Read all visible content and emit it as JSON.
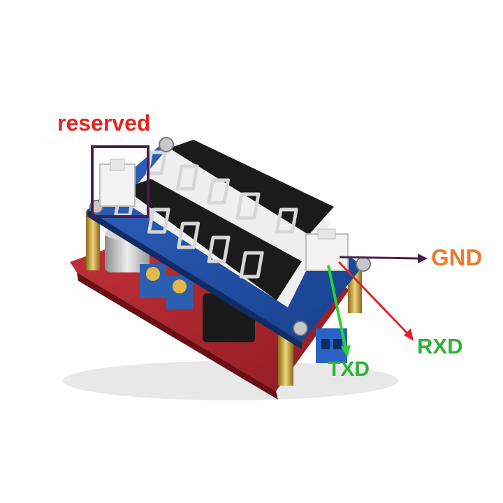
{
  "labels": {
    "reserved": "reserved",
    "gnd": "GND",
    "rxd": "RXD",
    "txd": "TXD"
  },
  "colors": {
    "reserved": "#e3261f",
    "gnd": "#f07a2c",
    "rxd": "#2fb234",
    "txd": "#2fb234",
    "reserved_box": "#4b1d4e",
    "gnd_arrow": "#4b1d4e",
    "rxd_arrow": "#e0242a",
    "txd_arrow": "#28d22e"
  },
  "icons": {
    "board": "dc-buck-converter-board-photo"
  }
}
